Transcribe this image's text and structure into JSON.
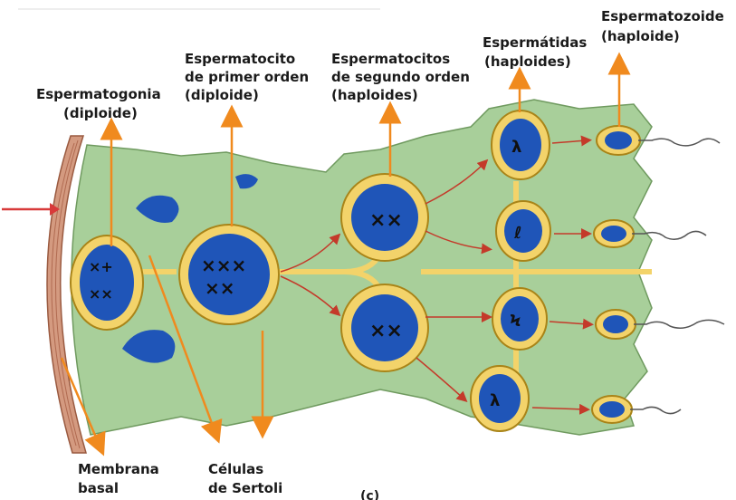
{
  "labels": {
    "espermatogonia": [
      "Espermatogonia",
      "(diploide)"
    ],
    "primer_orden": [
      "Espermatocito",
      "de primer orden",
      "(diploide)"
    ],
    "segundo_orden": [
      "Espermatocitos",
      "de segundo orden",
      "(haploides)"
    ],
    "espermatidas": [
      "Espermátidas",
      "(haploides)"
    ],
    "espermatozoide": [
      "Espermatozoide",
      "(haploide)"
    ],
    "membrana": [
      "Membrana",
      "basal"
    ],
    "sertoli": [
      "Células",
      "de Sertoli"
    ],
    "panel_letter": "(c)"
  },
  "colors": {
    "tissue": "#a8cf9a",
    "tissue_edge": "#6f9a5f",
    "cell_ring": "#f3d36a",
    "cell_ring_edge": "#a98418",
    "nucleus": "#1f55b8",
    "pointer_arrow": "#f08a1e",
    "division_arrow": "#c43a2a",
    "membrane": "#c8846a",
    "chromosome": "#101010"
  }
}
